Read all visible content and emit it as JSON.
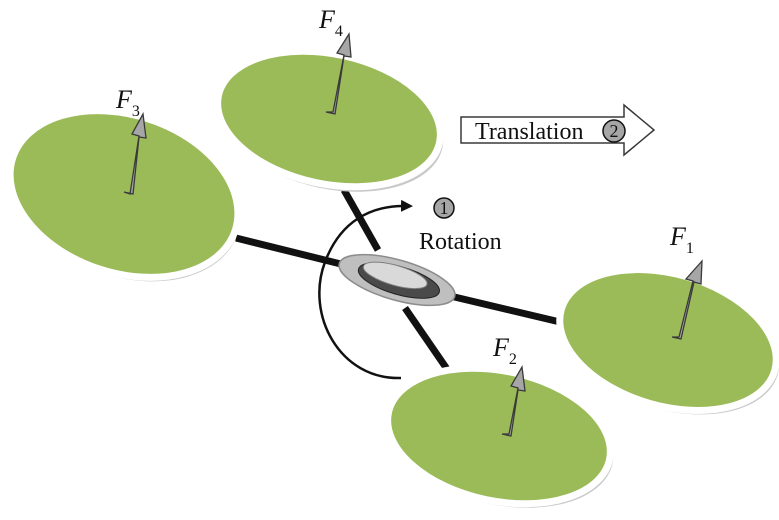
{
  "colors": {
    "rotor_fill": "#9bbb59",
    "rotor_rim": "#ffffff",
    "rotor_shadow": "#c9c9c9",
    "arm": "#111111",
    "force_arrow_fill": "#a6a6a6",
    "hub_outer": "#bfbfbf",
    "hub_inner": "#595959",
    "marker_fill": "#a6a6a6"
  },
  "rotors": [
    {
      "id": "rotor-1",
      "force": {
        "symbol": "F",
        "subscript": "1"
      }
    },
    {
      "id": "rotor-2",
      "force": {
        "symbol": "F",
        "subscript": "2"
      }
    },
    {
      "id": "rotor-3",
      "force": {
        "symbol": "F",
        "subscript": "3"
      }
    },
    {
      "id": "rotor-4",
      "force": {
        "symbol": "F",
        "subscript": "4"
      }
    }
  ],
  "rotation": {
    "number": "1",
    "label": "Rotation",
    "icon": "curved-arrow-icon"
  },
  "translation": {
    "number": "2",
    "label": "Translation",
    "icon": "block-arrow-right-icon"
  }
}
